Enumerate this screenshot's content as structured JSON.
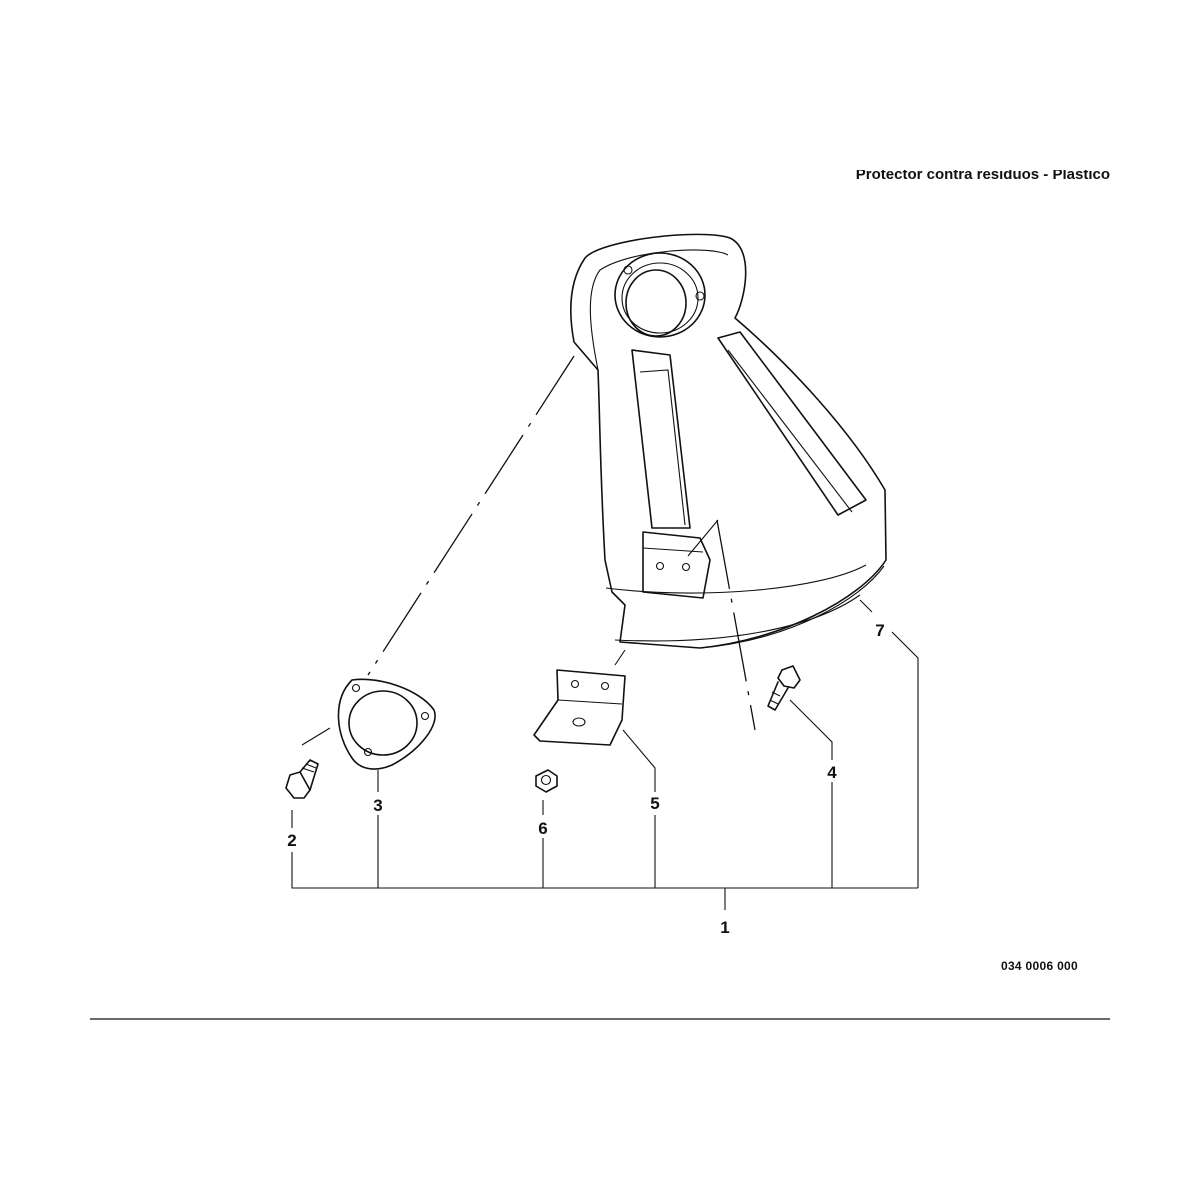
{
  "title": "Protector contra residuos - Plastico",
  "drawing_number": "034 0006 000",
  "callouts": {
    "c1": "1",
    "c2": "2",
    "c3": "3",
    "c4": "4",
    "c5": "5",
    "c6": "6",
    "c7": "7"
  }
}
